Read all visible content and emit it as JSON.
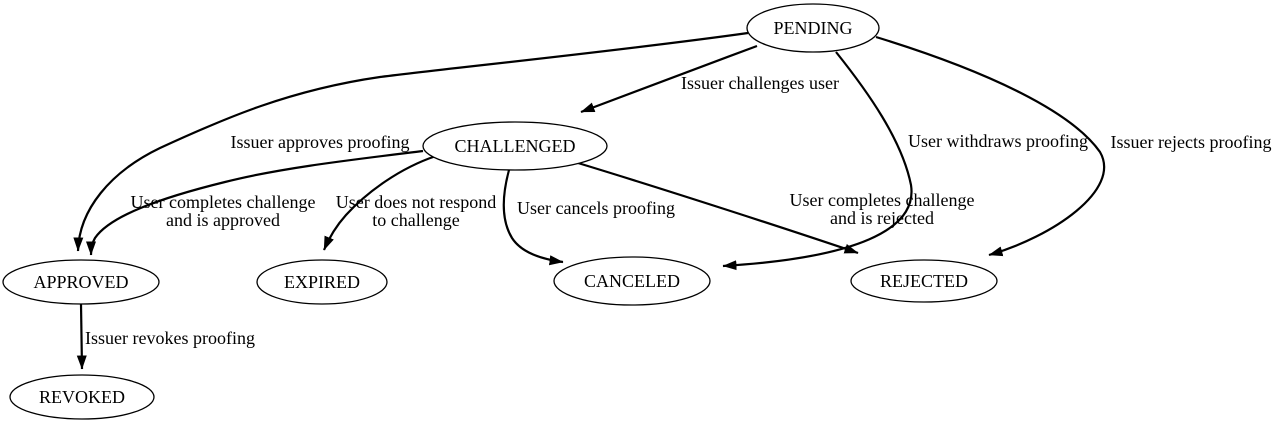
{
  "colors": {
    "background": "#ffffff",
    "node_fill": "#ffffff",
    "stroke": "#000000",
    "text": "#000000"
  },
  "nodes": [
    {
      "id": "PENDING",
      "label": "PENDING"
    },
    {
      "id": "CHALLENGED",
      "label": "CHALLENGED"
    },
    {
      "id": "APPROVED",
      "label": "APPROVED"
    },
    {
      "id": "EXPIRED",
      "label": "EXPIRED"
    },
    {
      "id": "CANCELED",
      "label": "CANCELED"
    },
    {
      "id": "REJECTED",
      "label": "REJECTED"
    },
    {
      "id": "REVOKED",
      "label": "REVOKED"
    }
  ],
  "edges": [
    {
      "from": "PENDING",
      "to": "CHALLENGED",
      "label": "Issuer challenges user"
    },
    {
      "from": "PENDING",
      "to": "APPROVED",
      "label": "Issuer approves proofing"
    },
    {
      "from": "PENDING",
      "to": "CANCELED",
      "label": "User withdraws proofing"
    },
    {
      "from": "PENDING",
      "to": "REJECTED",
      "label": "Issuer rejects proofing"
    },
    {
      "from": "CHALLENGED",
      "to": "APPROVED",
      "label_lines": [
        "User completes challenge",
        "and is approved"
      ]
    },
    {
      "from": "CHALLENGED",
      "to": "EXPIRED",
      "label_lines": [
        "User does not respond",
        "to challenge"
      ]
    },
    {
      "from": "CHALLENGED",
      "to": "CANCELED",
      "label": "User cancels proofing"
    },
    {
      "from": "CHALLENGED",
      "to": "REJECTED",
      "label_lines": [
        "User completes challenge",
        "and is rejected"
      ]
    },
    {
      "from": "APPROVED",
      "to": "REVOKED",
      "label": "Issuer revokes proofing"
    }
  ]
}
